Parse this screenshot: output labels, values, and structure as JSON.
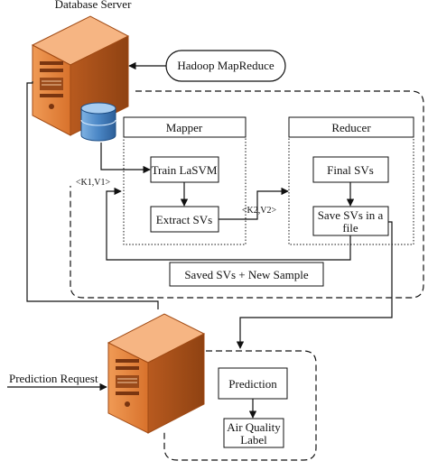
{
  "diagram": {
    "database_server_title": "Database Server",
    "hadoop_label": "Hadoop MapReduce",
    "mapper_title": "Mapper",
    "reducer_title": "Reducer",
    "train_label": "Train LaSVM",
    "extract_label": "Extract SVs",
    "final_label": "Final SVs",
    "save_line1": "Save SVs in a",
    "save_line2": "file",
    "kv1_label": "<K1,V1>",
    "kv2_label": "<K2,V2>",
    "saved_label": "Saved SVs + New Sample",
    "prediction_request_label": "Prediction Request",
    "prediction_label": "Prediction",
    "air_line1": "Air Quality",
    "air_line2": "Label"
  },
  "colors": {
    "server_orange": "#e0803a",
    "server_dark": "#b85a1f",
    "server_light": "#f3b07a",
    "db_blue": "#4a86c5"
  }
}
